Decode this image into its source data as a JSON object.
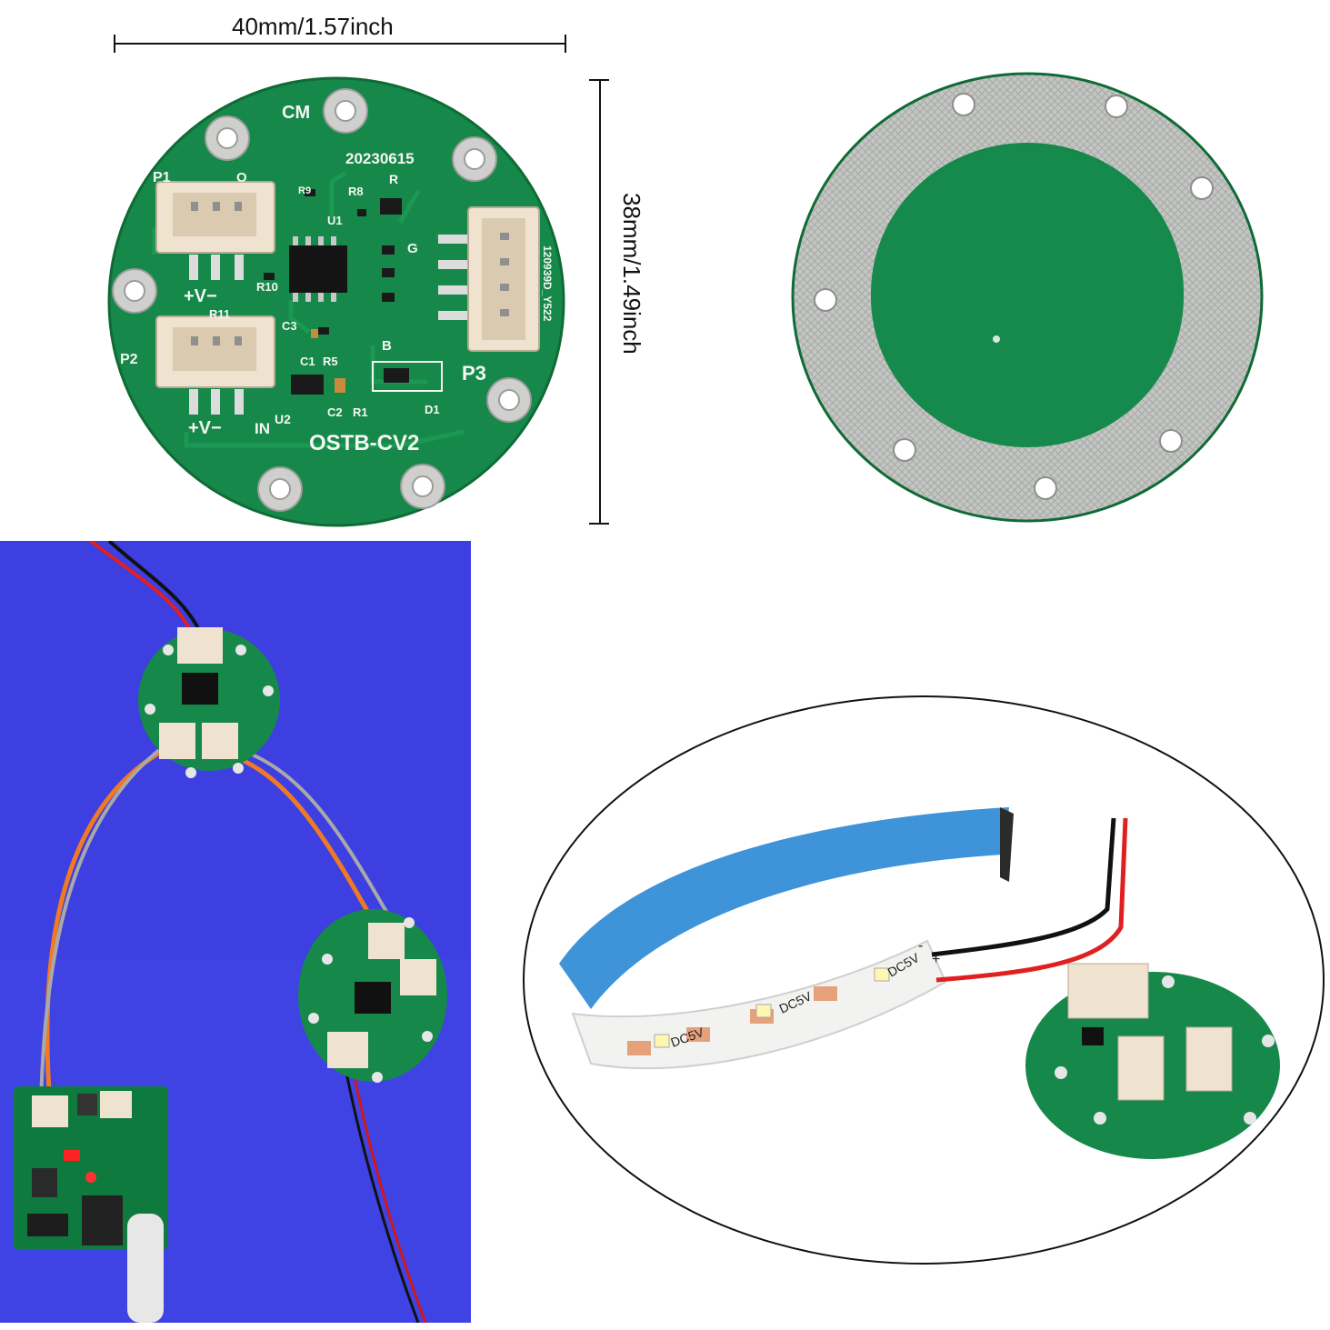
{
  "dimensions": {
    "width_label": "40mm/1.57inch",
    "height_label": "38mm/1.49inch"
  },
  "board_front": {
    "silkscreen": {
      "cm": "CM",
      "date": "20230615",
      "p1": "P1",
      "o": "O",
      "p2": "P2",
      "p3": "P3",
      "vplus1": "+V−",
      "vplus2": "+V−",
      "in": "IN",
      "u1": "U1",
      "u2": "U2",
      "r8": "R8",
      "r9": "R9",
      "r10": "R10",
      "r11": "R11",
      "c1": "C1",
      "r5": "R5",
      "c2": "C2",
      "r1": "R1",
      "c3": "C3",
      "d1": "D1",
      "b": "B",
      "g": "G",
      "r": "R",
      "model": "OSTB-CV2",
      "part_no": "120939D_Y522"
    }
  },
  "led_strip": {
    "label": "DC5V",
    "mark_plus": "+",
    "mark_minus": "-"
  },
  "colors": {
    "pcb_green": "#16884a",
    "pcb_dark": "#0f6b36",
    "connector": "#efe3cf",
    "pad_silver": "#cfd0cd",
    "photo_blue": "#3d3fe0",
    "strip_blue": "#3f93d8"
  }
}
